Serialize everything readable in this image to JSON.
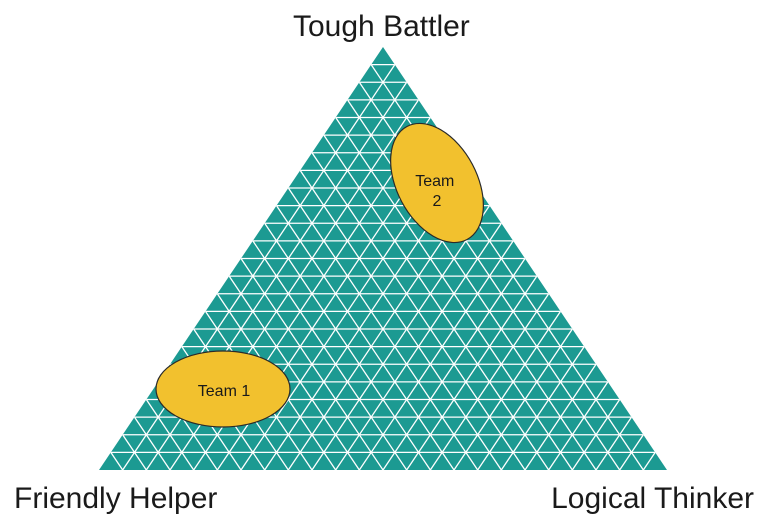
{
  "diagram": {
    "vertices": {
      "top": "Tough Battler",
      "left": "Friendly Helper",
      "right": "Logical Thinker"
    },
    "teams": [
      {
        "lines": [
          "Team 1"
        ]
      },
      {
        "lines": [
          "Team",
          "2"
        ]
      }
    ],
    "colors": {
      "triangle_fill": "#1c9a92",
      "grid_lines": "#ffffff",
      "team_fill": "#f2c12e",
      "team_stroke": "#2a2a2a",
      "text": "#1a1a1a"
    }
  }
}
